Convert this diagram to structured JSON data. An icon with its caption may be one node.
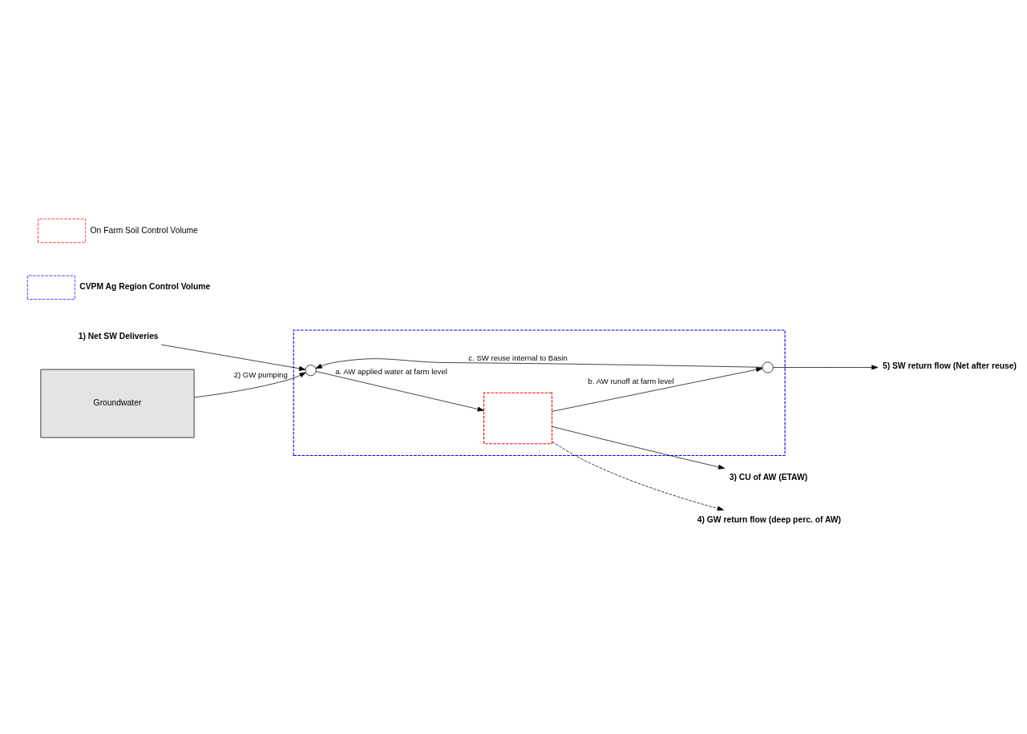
{
  "diagram": {
    "nodes": [
      {
        "text": [
          "3) CU of AW (ETAW)"
        ]
      },
      {
        "text": [],
        "shape": "box"
      },
      {
        "text": [
          "1) Net SW Deliveries"
        ]
      },
      {
        "text": [],
        "shape": "circle",
        "in": 1
      },
      {
        "text": [],
        "shape": "box",
        "in": 1
      },
      {
        "text": [],
        "shape": "circle",
        "in": 1
      },
      {
        "text": [
          "5) SW return flow (Net after reuse)"
        ]
      },
      {
        "text": [
          "4) GW return flow (deep perc. of AW)"
        ]
      },
      {
        "text": [
          "Groundwater"
        ]
      }
    ],
    "edges": [
      {
        "from": 2,
        "to": 3,
        "arrow": "to"
      },
      {
        "from": 3,
        "to": 4,
        "arrow": "to",
        "label": "a. AW applied water at farm level"
      },
      {
        "from": 4,
        "to": 0,
        "arrow": "to"
      },
      {
        "from": 4,
        "to": 5,
        "arrow": "to",
        "label": "b. AW runoff at farm level"
      },
      {
        "from": 4,
        "to": 7,
        "arrow": "to",
        "style": "dashed"
      },
      {
        "from": 5,
        "to": 3,
        "arrow": "to",
        "label": "c. SW reuse internal to Basin"
      },
      {
        "from": 5,
        "to": 6,
        "arrow": "to"
      },
      {
        "from": 8,
        "to": 3,
        "arrow": "to",
        "label": "2) GW pumping"
      }
    ],
    "legend": [
      {
        "text": "On Farm Soil Control Volume"
      },
      {
        "text": "CVPM Ag Region Control Volume"
      }
    ]
  }
}
